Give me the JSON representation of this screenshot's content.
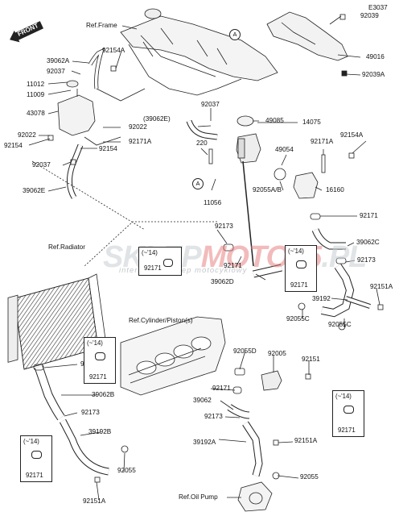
{
  "diagram_code": "E3037",
  "front_label": "FRONT",
  "watermark": {
    "main_a": "SKLEP",
    "main_b": "MOTO",
    "main_c": "45",
    "main_d": ".PL",
    "sub": "internetowy sklep motocyklowy"
  },
  "refs": {
    "frame": "Ref.Frame",
    "radiator": "Ref.Radiator",
    "cylinder": "Ref.Cylinder/Piston(s)",
    "oil_pump": "Ref.Oil Pump"
  },
  "callouts": {
    "a1": "A",
    "a2": "A"
  },
  "parts": {
    "p92039": "92039",
    "p49016": "49016",
    "p92039a": "92039A",
    "p92154a_top": "92154A",
    "p39062a": "39062A",
    "p92037_1": "92037",
    "p11012": "11012",
    "p11009": "11009",
    "p43078": "43078",
    "p92022_l": "92022",
    "p92154_l": "92154",
    "p92022_r": "92022",
    "p92171a_mid": "92171A",
    "p92154_m": "92154",
    "p92037_2": "92037",
    "p39062e_l": "39062E",
    "p39062e_paren": "(39062E)",
    "p92037_3": "92037",
    "p49085": "49085",
    "p14075": "14075",
    "p92154a_r": "92154A",
    "p220": "220",
    "p49054": "49054",
    "p92171a_r": "92171A",
    "p11056": "11056",
    "p92055ab": "92055A/B",
    "p16160": "16160",
    "p92171_r1": "92171",
    "p92173_m": "92173",
    "p39062c": "39062C",
    "p92173_r": "92173",
    "p92171_m": "92171",
    "p39062d": "39062D",
    "p92151a_r": "92151A",
    "p39192": "39192",
    "p92055c_1": "92055C",
    "p92055c_2": "92055C",
    "p92173_l1": "92173",
    "p92055d": "92055D",
    "p92005": "92005",
    "p92151": "92151",
    "p39062b": "39062B",
    "p92171_c": "92171",
    "p39062": "39062",
    "p92173_c": "92173",
    "p92173_l2": "92173",
    "p39192b": "39192B",
    "p39192a": "39192A",
    "p92151a_b": "92151A",
    "p92055_l": "92055",
    "p92055_b": "92055",
    "p92151a_l": "92151A"
  },
  "boxes": {
    "b1": {
      "note": "(~'14)",
      "part": "92171"
    },
    "b2": {
      "note": "(~'14)",
      "part": "92171"
    },
    "b3": {
      "note": "(~'14)",
      "part": "92171"
    },
    "b4": {
      "note": "(~'14)",
      "part": "92171"
    },
    "b5": {
      "note": "(~'14)",
      "part": "92171"
    }
  }
}
